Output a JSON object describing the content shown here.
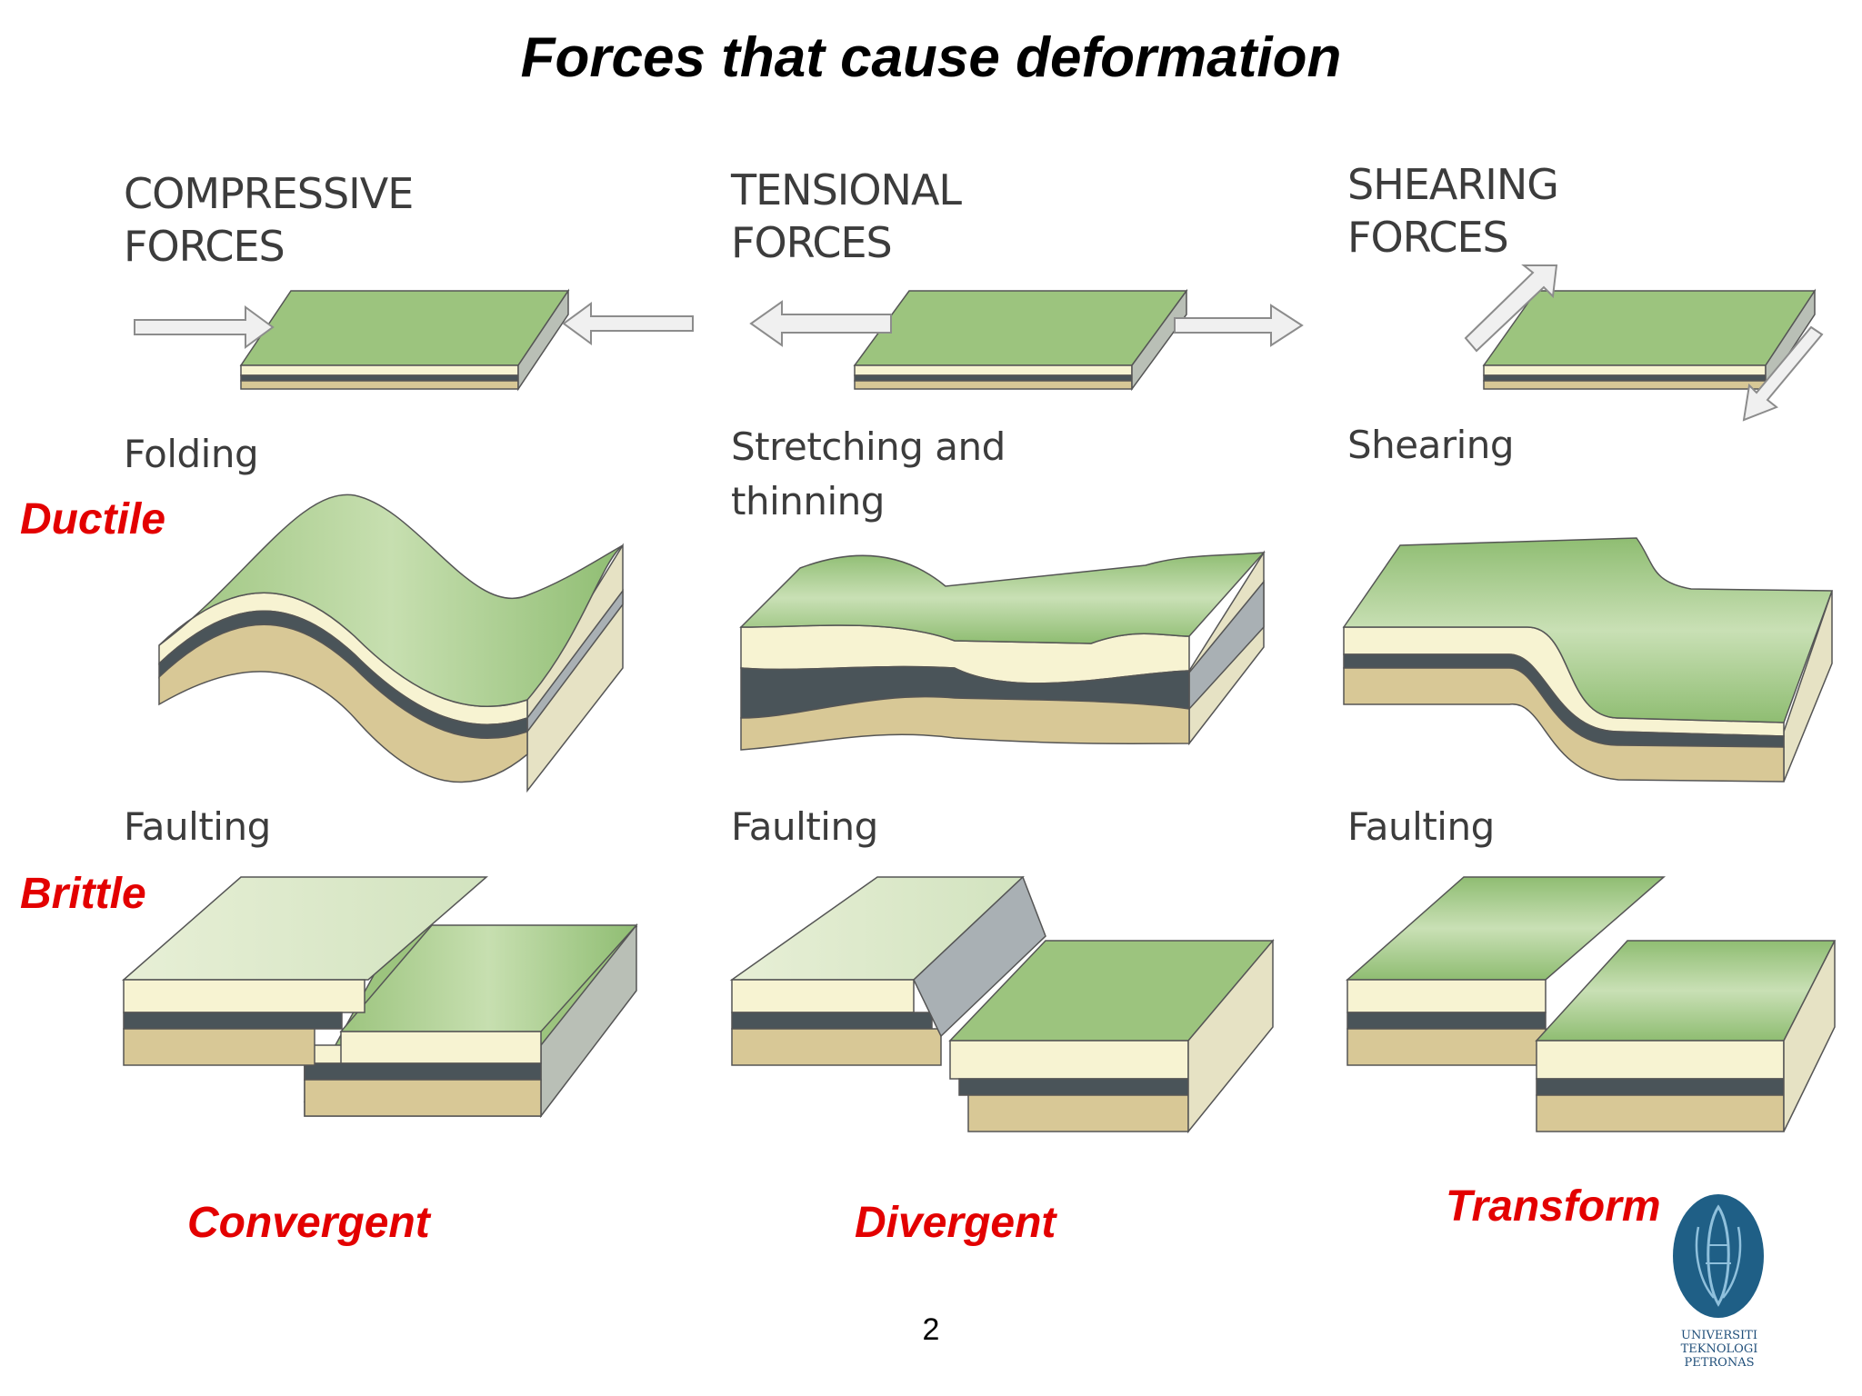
{
  "title": "Forces that cause deformation",
  "columns": [
    {
      "heading_line1": "COMPRESSIVE",
      "heading_line2": "FORCES",
      "ductile_label_line1": "Folding",
      "ductile_label_line2": "",
      "brittle_label": "Faulting",
      "boundary": "Convergent"
    },
    {
      "heading_line1": "TENSIONAL",
      "heading_line2": "FORCES",
      "ductile_label_line1": "Stretching and",
      "ductile_label_line2": "thinning",
      "brittle_label": "Faulting",
      "boundary": "Divergent"
    },
    {
      "heading_line1": "SHEARING",
      "heading_line2": "FORCES",
      "ductile_label_line1": "Shearing",
      "ductile_label_line2": "",
      "brittle_label": "Faulting",
      "boundary": "Transform"
    }
  ],
  "row_labels": {
    "ductile": "Ductile",
    "brittle": "Brittle"
  },
  "page_number": "2",
  "logo": {
    "line1": "UNIVERSITI",
    "line2": "TEKNOLOGI",
    "line3": "PETRONAS"
  },
  "colors": {
    "top_green": "#9cc47e",
    "cream": "#f7f3d2",
    "dark_band": "#4a5459",
    "tan": "#d8c896",
    "side_gray": "#a9b0b4",
    "accent_red": "#e30000",
    "logo_blue": "#1f5f86"
  }
}
